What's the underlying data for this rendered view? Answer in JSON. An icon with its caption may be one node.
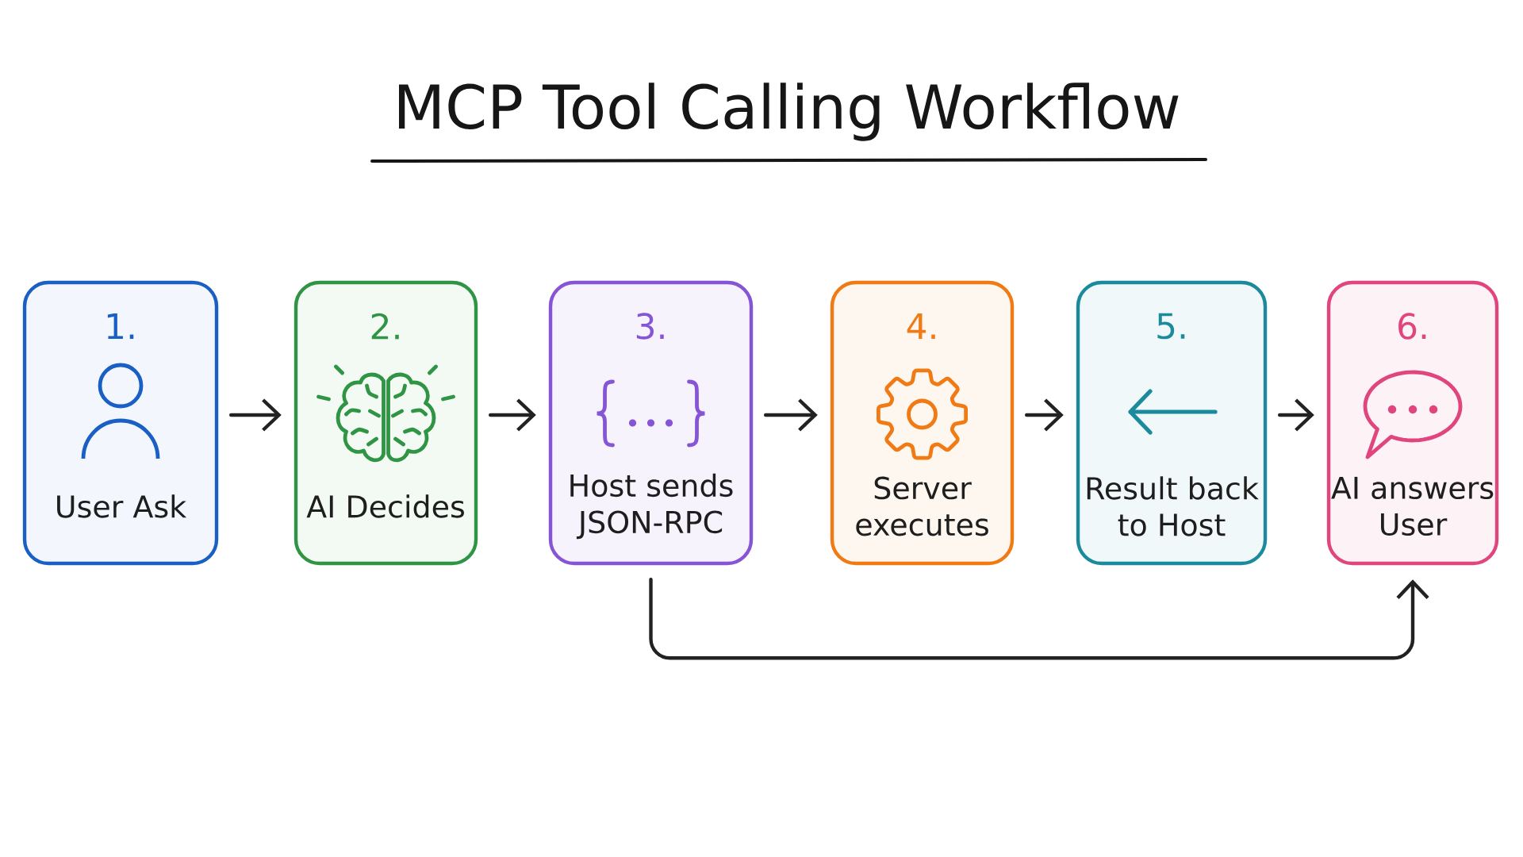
{
  "diagram": {
    "title": "MCP Tool Calling Workflow",
    "nodes": [
      {
        "text": [
          "1.",
          "User Ask"
        ]
      },
      {
        "text": [
          "2.",
          "AI Decides"
        ]
      },
      {
        "text": [
          "3.",
          "Host sends JSON-RPC"
        ]
      },
      {
        "text": [
          "4.",
          "Server executes"
        ]
      },
      {
        "text": [
          "5.",
          "Result back to Host"
        ]
      },
      {
        "text": [
          "6.",
          "AI answers User"
        ]
      }
    ],
    "edges": [
      {
        "from": 0,
        "to": 1,
        "arrow": "to"
      },
      {
        "from": 1,
        "to": 2,
        "arrow": "to"
      },
      {
        "from": 2,
        "to": 3,
        "arrow": "to"
      },
      {
        "from": 3,
        "to": 4,
        "arrow": "to"
      },
      {
        "from": 4,
        "to": 5,
        "arrow": "to"
      },
      {
        "from": 2,
        "to": 5,
        "arrow": "to"
      }
    ]
  }
}
